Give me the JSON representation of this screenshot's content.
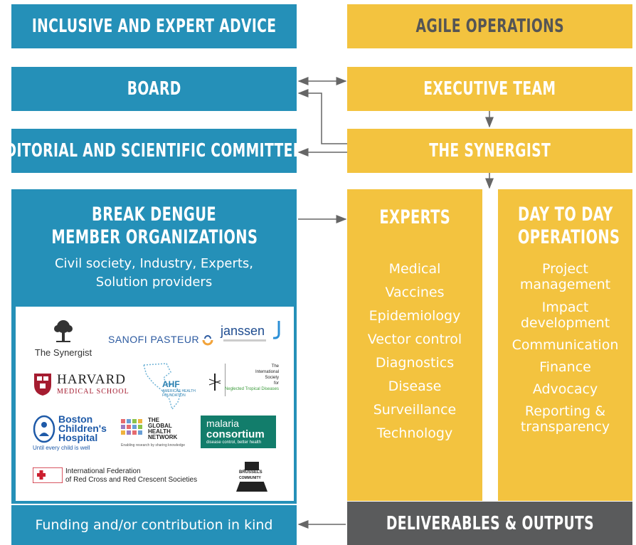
{
  "left": {
    "header": "INCLUSIVE AND EXPERT ADVICE",
    "board": "BOARD",
    "committees": "EDITORIAL AND SCIENTIFIC COMMITTEES",
    "members_title_line1": "BREAK DENGUE",
    "members_title_line2": "MEMBER ORGANIZATIONS",
    "members_sub_line1": "Civil society, Industry, Experts,",
    "members_sub_line2": "Solution providers",
    "funding": "Funding and/or contribution in kind"
  },
  "right": {
    "header": "AGILE OPERATIONS",
    "executive": "EXECUTIVE TEAM",
    "synergist": "THE SYNERGIST",
    "experts_title": "EXPERTS",
    "experts_items": [
      "Medical",
      "Vaccines",
      "Epidemiology",
      "Vector control",
      "Diagnostics",
      "Disease",
      "Surveillance",
      "Technology"
    ],
    "ops_title_line1": "DAY TO DAY",
    "ops_title_line2": "OPERATIONS",
    "ops_items": [
      "Project",
      "management",
      "Impact",
      "development",
      "Communication",
      "Finance",
      "Advocacy",
      "Reporting &",
      "transparency"
    ],
    "deliverables": "DELIVERABLES & OUTPUTS"
  },
  "logos": {
    "synergist": "The Synergist",
    "sanofi": "SANOFI PASTEUR",
    "janssen": "janssen",
    "harvard_1": "HARVARD",
    "harvard_2": "MEDICAL SCHOOL",
    "ahf": "AHF",
    "ahf_sub": "AMERICAS HEALTH FOUNDATION",
    "istd_1": "The",
    "istd_2": "International",
    "istd_3": "Society",
    "istd_4": "for",
    "istd_5": "Neglected Tropical Diseases",
    "boston_1": "Boston",
    "boston_2": "Children's",
    "boston_3": "Hospital",
    "boston_4": "Until every child is well",
    "ghn_1": "THE",
    "ghn_2": "GLOBAL",
    "ghn_3": "HEALTH",
    "ghn_4": "NETWORK",
    "ghn_5": "Enabling research by sharing knowledge",
    "malaria_1": "malaria",
    "malaria_2": "consortium",
    "malaria_3": "disease control, better health",
    "ifrc_1": "International Federation",
    "ifrc_2": "of Red Cross and Red Crescent Societies",
    "brussels_1": "BRUSSELS",
    "brussels_2": "COMMUNITY"
  },
  "colors": {
    "blue": "#2590b8",
    "yellow": "#f3c33f",
    "dark": "#5a5b5c",
    "arrow": "#666666"
  }
}
